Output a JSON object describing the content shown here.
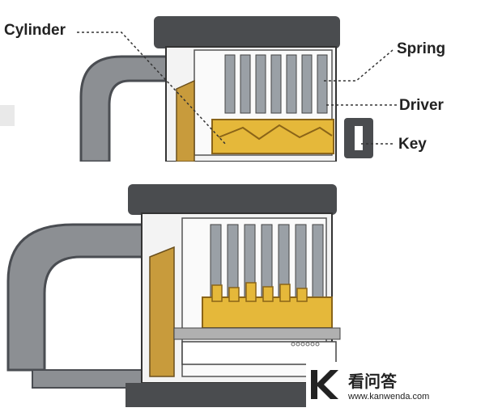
{
  "top_diagram": {
    "labels": {
      "cylinder": "Cylinder",
      "spring": "Spring",
      "driver": "Driver",
      "key": "Key"
    }
  },
  "watermark": {
    "title": "看问答",
    "url": "www.kanwenda.com"
  },
  "colors": {
    "shackle": "#8c8f93",
    "shackle_outline": "#4a4d52",
    "body_top": "#4a4c4f",
    "pin_stack": "#9aa0a6",
    "brass": "#e5b83a",
    "brass_dark": "#b8892a",
    "label_text": "#222222"
  }
}
